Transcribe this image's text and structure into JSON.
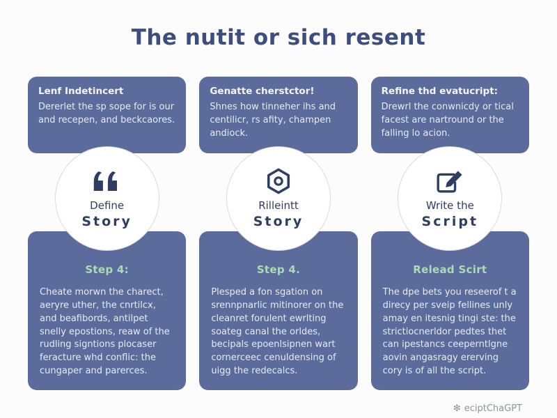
{
  "title": "The nutit or sich resent",
  "columns": [
    {
      "top": {
        "heading": "Lenf Indetincert",
        "body": "Dererlet the sp sope for is our and recepen, and beckcaores."
      },
      "circle": {
        "icon": "quote-icon",
        "line1": "Define",
        "line2": "Story"
      },
      "bottom": {
        "step": "Step 4:",
        "body": "Cheate morwn the charect, aeryre uther, the cnrtilcx, and beafibords, antilpet snelly epostions, reaw of the rudling signtions plocaser feracture whd conflic: the cungaper and parerces."
      }
    },
    {
      "top": {
        "heading": "Genatte cherstctor!",
        "body": "Shnes how tinneher ihs and centilicr, rs afity, champen andiock."
      },
      "circle": {
        "icon": "hexagon-reel-icon",
        "line1": "Rilleintt",
        "line2": "Story"
      },
      "bottom": {
        "step": "Step 4.",
        "body": "Plesped a fon sgation on srennpnarlic mitinorer on the cleanret forulent ewrlting soateg canal the orldes, becipals epoenlsipnen wart cornerceec cenuldensing of uigg the redecalcs."
      }
    },
    {
      "top": {
        "heading": "Refine thd evatucript:",
        "body": "Drewrl the conwnicdy or tical facest are nartround or the falling lo acion."
      },
      "circle": {
        "icon": "write-script-icon",
        "line1": "Write the",
        "line2": "Script"
      },
      "bottom": {
        "step": "Relead Scirt",
        "body": "The dpe bets you reseerof t a direcy per sveip fellines unly amay en itesnig tingi ste: the strictiocnerldor pedtes thet can ipestancs ceeperntlgne aovin angasragy ererving cory is of all the script."
      }
    }
  ],
  "footer": {
    "watermark": "eciptChaGPT"
  },
  "colors": {
    "card": "#5b6b9b",
    "title": "#3d4d7d",
    "step_heading": "#abdcb4",
    "circle_text": "#2e3d63",
    "background": "#fcfcfc"
  }
}
